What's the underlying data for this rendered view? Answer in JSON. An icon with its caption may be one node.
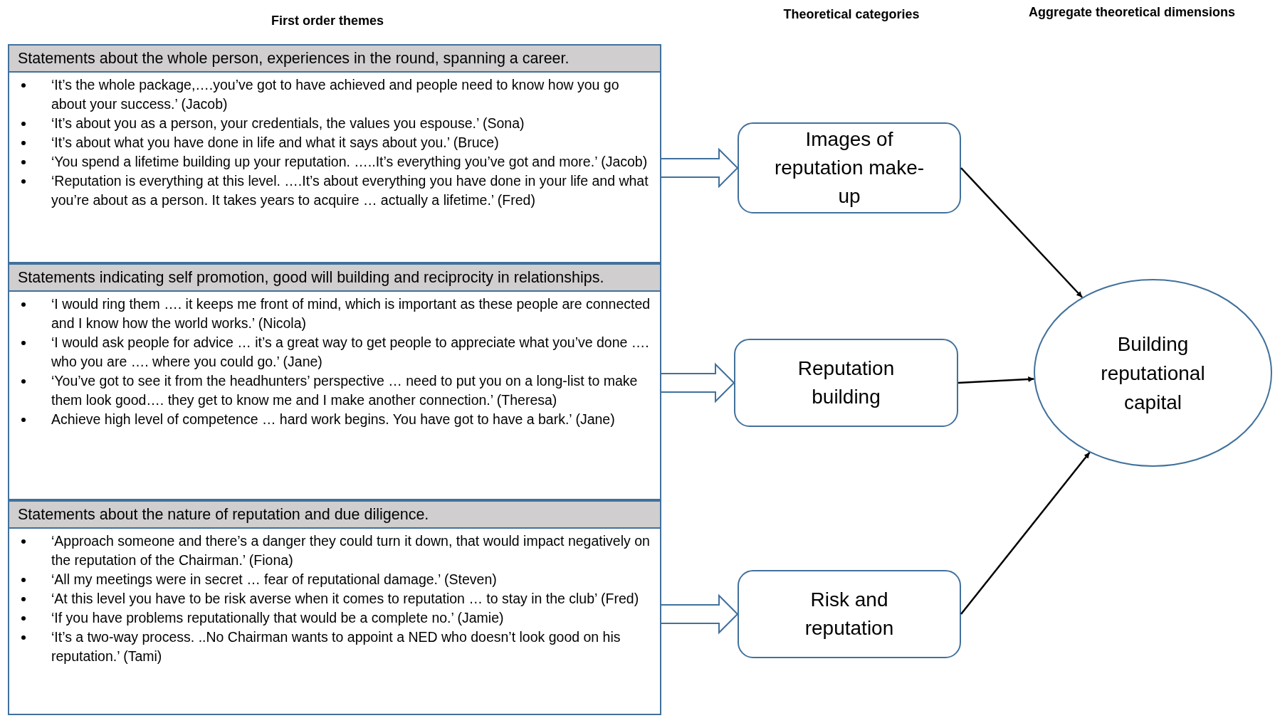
{
  "diagram": {
    "nodes": [
      {
        "text": [
          "Statements about the whole person, experiences in the round, spanning a career.",
          "‘It’s the whole package,….you’ve got to have achieved and people need to know how you go about your success.’ (Jacob)",
          "‘It’s about you as a person, your credentials, the values you espouse.’ (Sona)",
          "‘It’s about what you have done in life and what it says about you.’ (Bruce)",
          "‘You spend a lifetime building up your reputation. …..It’s everything you’ve got and more.’ (Jacob)",
          "‘Reputation is everything at this level. ….It’s about everything you have done in your life and what you’re about as a person. It  takes years to acquire … actually a lifetime.’ (Fred)"
        ]
      },
      {
        "text": [
          "Statements indicating self promotion, good will building and reciprocity in relationships.",
          "‘I would ring them …. it keeps me front of mind, which is important as these people are connected and I know how the world works.’ (Nicola)",
          "‘I would ask people for advice … it’s a great way to get people to appreciate what you’ve done …. who you are …. where you could go.’ (Jane)",
          "‘You’ve got to see it from the headhunters’ perspective … need to put you on a long-list to make them look good…. they get to know me and I make another connection.’ (Theresa)",
          "Achieve high level of competence … hard work begins. You have got to have a bark.’ (Jane)"
        ]
      },
      {
        "text": [
          "Statements about the nature of reputation and due diligence.",
          "‘Approach someone and there’s a danger they could turn it down, that would impact negatively on the reputation of the Chairman.’ (Fiona)",
          "‘All my meetings were in secret … fear of reputational damage.’ (Steven)",
          "‘At this level you have to be risk averse when it comes to reputation … to stay in the club’ (Fred)",
          "‘If you have problems reputationally that would be a complete no.’ (Jamie)",
          "‘It’s a two-way process. ..No Chairman wants to appoint a NED who doesn’t look good on his reputation.’ (Tami)"
        ]
      },
      {
        "text": [
          "Images of reputation make-up"
        ]
      },
      {
        "text": [
          "Reputation building"
        ]
      },
      {
        "text": [
          "Risk and reputation"
        ]
      },
      {
        "text": [
          "Building reputational capital"
        ]
      }
    ],
    "edges": [
      {
        "from": 0,
        "to": 3,
        "arrow": "to",
        "style": "thick"
      },
      {
        "from": 1,
        "to": 4,
        "arrow": "to",
        "style": "thick"
      },
      {
        "from": 2,
        "to": 5,
        "arrow": "to",
        "style": "thick"
      },
      {
        "from": 3,
        "to": 6,
        "arrow": "to"
      },
      {
        "from": 4,
        "to": 6,
        "arrow": "to"
      },
      {
        "from": 5,
        "to": 6,
        "arrow": "to"
      }
    ],
    "labels": [
      "First order themes",
      "Theoretical categories",
      "Aggregate theoretical dimensions"
    ]
  }
}
